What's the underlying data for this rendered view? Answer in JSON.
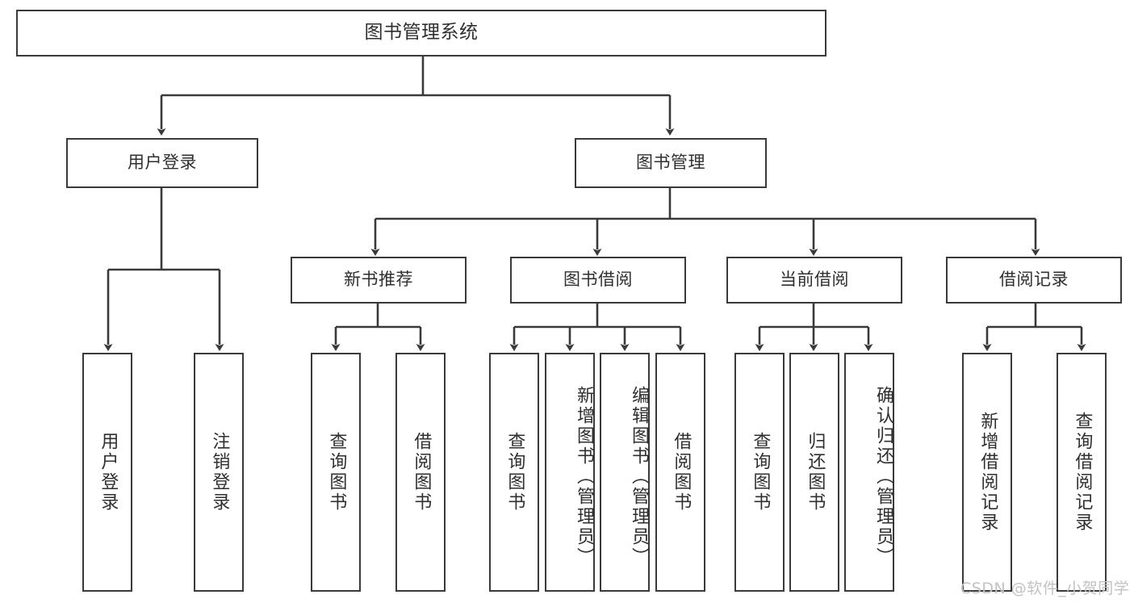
{
  "diagram": {
    "title": "图书管理系统",
    "type": "functional-structure-tree",
    "root": {
      "id": "root",
      "label": "图书管理系统"
    },
    "level2": [
      {
        "id": "user-login",
        "label": "用户登录"
      },
      {
        "id": "book-manage",
        "label": "图书管理"
      }
    ],
    "level3": [
      {
        "id": "new-book-rec",
        "label": "新书推荐",
        "parent": "book-manage"
      },
      {
        "id": "book-borrow",
        "label": "图书借阅",
        "parent": "book-manage"
      },
      {
        "id": "current-borrow",
        "label": "当前借阅",
        "parent": "book-manage"
      },
      {
        "id": "borrow-record",
        "label": "借阅记录",
        "parent": "book-manage"
      }
    ],
    "leaves": [
      {
        "id": "leaf-user-login",
        "label": "用户登录",
        "parent": "user-login"
      },
      {
        "id": "leaf-logout",
        "label": "注销登录",
        "parent": "user-login"
      },
      {
        "id": "leaf-query-book-1",
        "label": "查询图书",
        "parent": "new-book-rec"
      },
      {
        "id": "leaf-borrow-book-1",
        "label": "借阅图书",
        "parent": "new-book-rec"
      },
      {
        "id": "leaf-query-book-2",
        "label": "查询图书",
        "parent": "book-borrow"
      },
      {
        "id": "leaf-add-book",
        "label": "新增图书（管理员）",
        "parent": "book-borrow"
      },
      {
        "id": "leaf-edit-book",
        "label": "编辑图书（管理员）",
        "parent": "book-borrow"
      },
      {
        "id": "leaf-borrow-book-2",
        "label": "借阅图书",
        "parent": "book-borrow"
      },
      {
        "id": "leaf-query-book-3",
        "label": "查询图书",
        "parent": "current-borrow"
      },
      {
        "id": "leaf-return-book",
        "label": "归还图书",
        "parent": "current-borrow"
      },
      {
        "id": "leaf-confirm-return",
        "label": "确认归还（管理员）",
        "parent": "current-borrow"
      },
      {
        "id": "leaf-add-record",
        "label": "新增借阅记录",
        "parent": "borrow-record"
      },
      {
        "id": "leaf-query-record",
        "label": "查询借阅记录",
        "parent": "borrow-record"
      }
    ]
  },
  "watermark": {
    "text": "CSDN @软件_小贺同学"
  },
  "colors": {
    "border": "#3a3a3a",
    "text": "#2f2f2f",
    "background": "#ffffff",
    "watermark": "#c2c2c2"
  }
}
